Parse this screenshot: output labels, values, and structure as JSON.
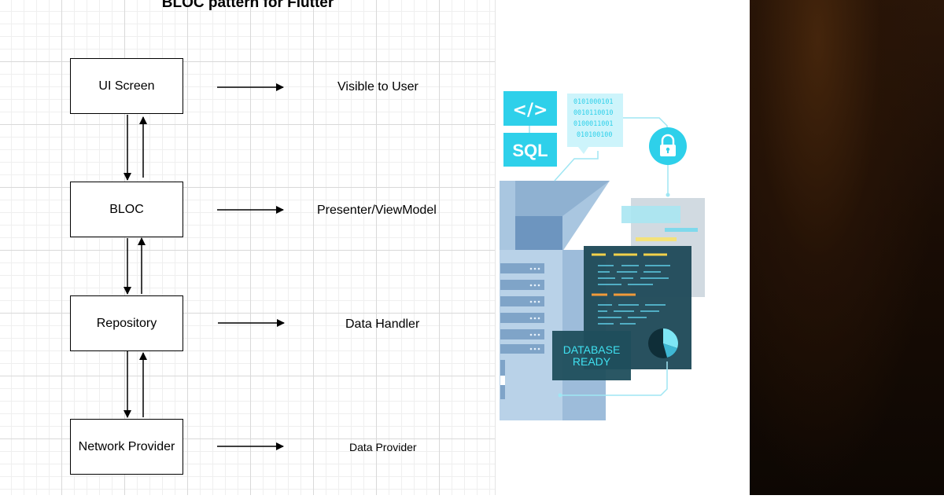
{
  "diagram": {
    "title": "BLOC pattern for Flutter",
    "layers": [
      {
        "name": "UI Screen",
        "description": "Visible to User"
      },
      {
        "name": "BLOC",
        "description": "Presenter/ViewModel"
      },
      {
        "name": "Repository",
        "description": "Data Handler"
      },
      {
        "name": "Network Provider",
        "description": "Data Provider"
      }
    ]
  },
  "illustration": {
    "code_badge": "</>",
    "sql_badge": "SQL",
    "binary_lines": [
      "0101000101",
      "0010110010",
      "0100011001",
      "010100100"
    ],
    "status_label_line1": "DATABASE",
    "status_label_line2": "READY",
    "icons": [
      "code-icon",
      "sql-icon",
      "lock-icon",
      "pie-chart-icon",
      "server-icon"
    ]
  },
  "colors": {
    "cyan": "#3fd6ee",
    "dark_teal": "#1f4e5c",
    "server_blue": "#8fb4d4",
    "dark_panel": "#1a0d05"
  }
}
